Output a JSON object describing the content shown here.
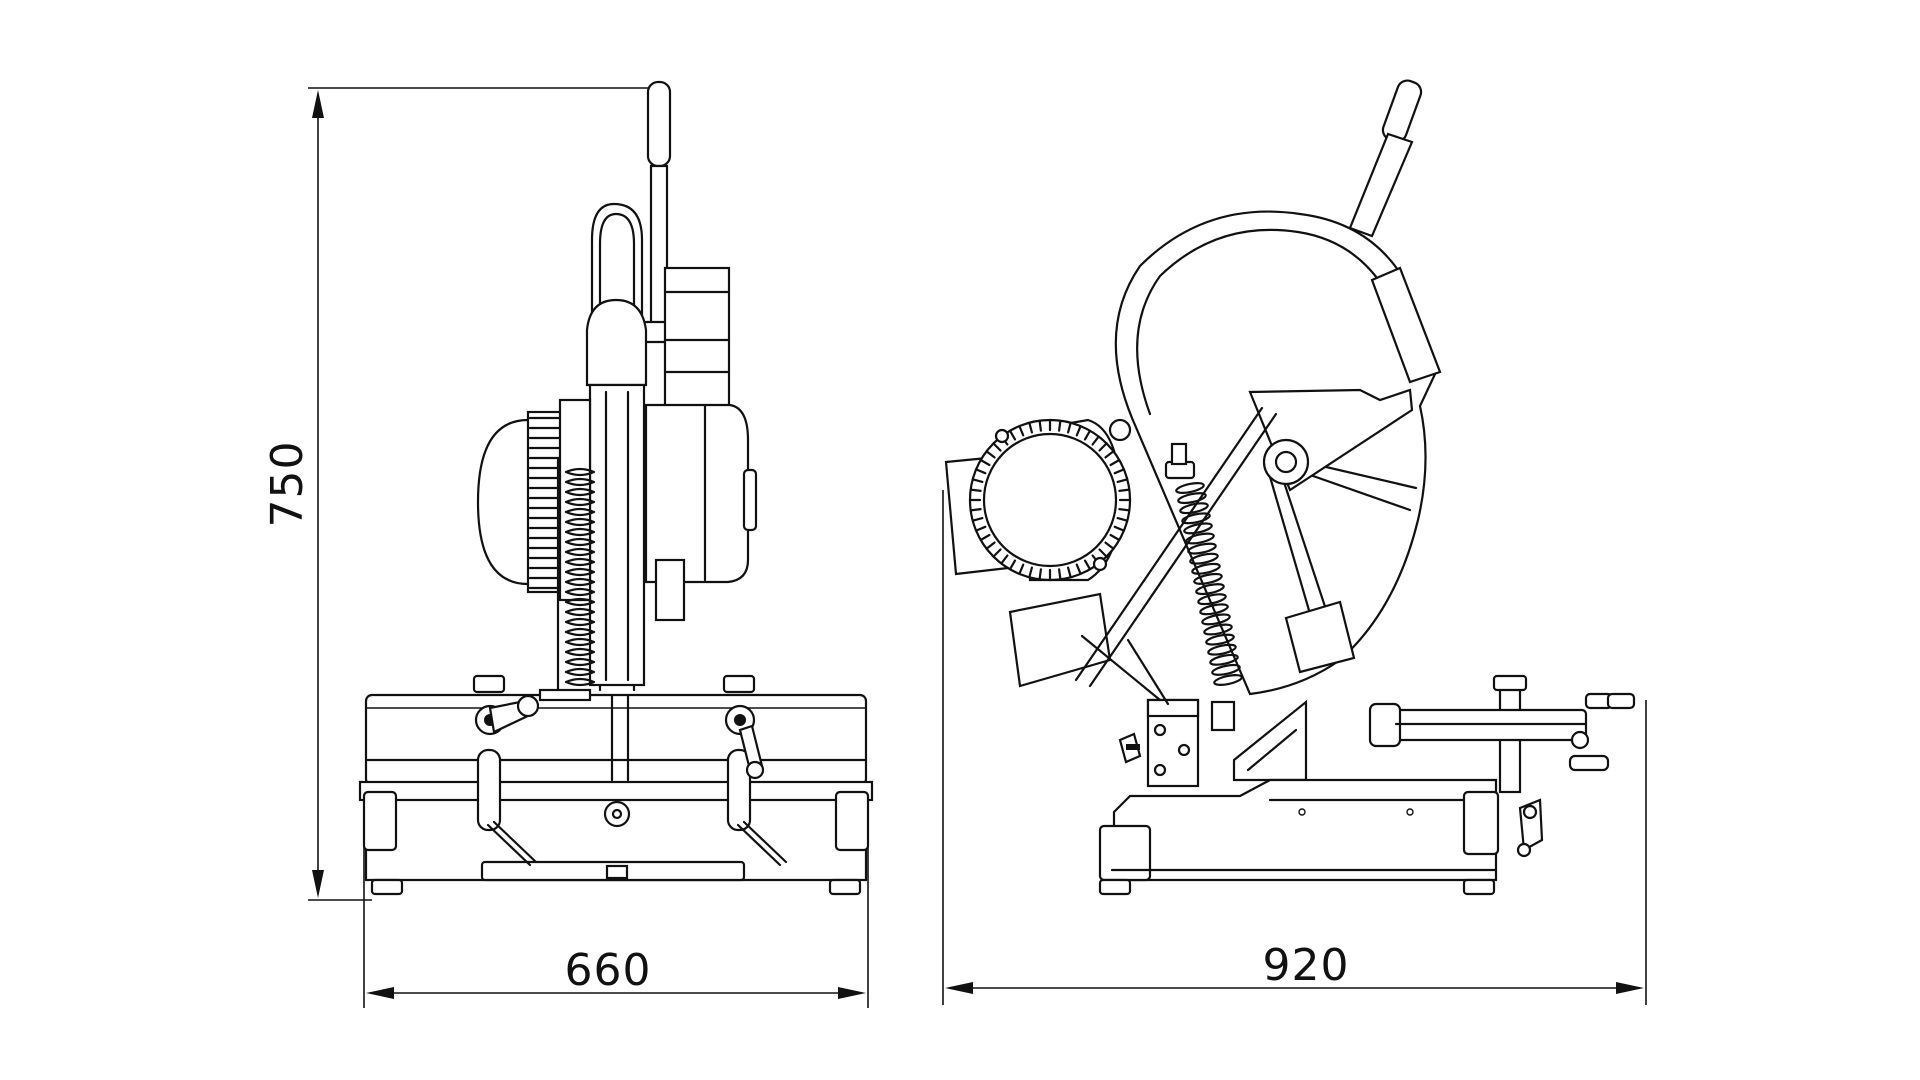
{
  "dimensions": {
    "height": "750",
    "front_width": "660",
    "side_length": "920"
  }
}
